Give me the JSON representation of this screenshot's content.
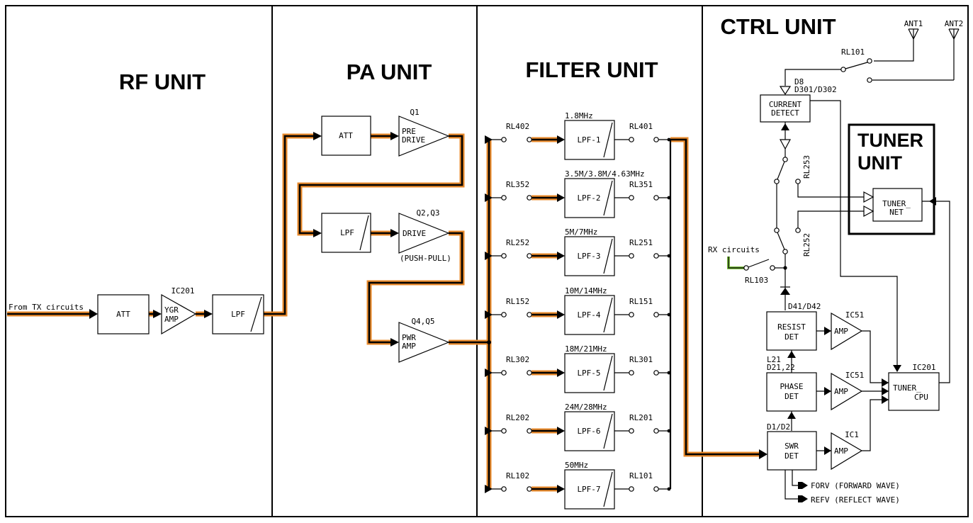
{
  "sections": {
    "rf": "RF UNIT",
    "pa": "PA UNIT",
    "filter": "FILTER UNIT",
    "ctrl": "CTRL UNIT",
    "tuner_line1": "TUNER",
    "tuner_line2": "UNIT"
  },
  "rf_unit": {
    "input_label": "From TX circuits",
    "att": "ATT",
    "amp_ref": "IC201",
    "amp_l1": "YGR",
    "amp_l2": "AMP",
    "lpf": "LPF"
  },
  "pa_unit": {
    "att": "ATT",
    "q1_ref": "Q1",
    "q1_l1": "PRE",
    "q1_l2": "DRIVE",
    "lpf": "LPF",
    "q2_ref": "Q2,Q3",
    "q2_label": "DRIVE",
    "q2_note": "(PUSH-PULL)",
    "q4_ref": "Q4,Q5",
    "q4_l1": "PWR",
    "q4_l2": "AMP"
  },
  "filter_unit": {
    "filters": [
      {
        "freq": "1.8MHz",
        "name": "LPF-1",
        "in_relay": "RL402",
        "out_relay": "RL401"
      },
      {
        "freq": "3.5M/3.8M/4.63MHz",
        "name": "LPF-2",
        "in_relay": "RL352",
        "out_relay": "RL351"
      },
      {
        "freq": "5M/7MHz",
        "name": "LPF-3",
        "in_relay": "RL252",
        "out_relay": "RL251"
      },
      {
        "freq": "10M/14MHz",
        "name": "LPF-4",
        "in_relay": "RL152",
        "out_relay": "RL151"
      },
      {
        "freq": "18M/21MHz",
        "name": "LPF-5",
        "in_relay": "RL302",
        "out_relay": "RL301"
      },
      {
        "freq": "24M/28MHz",
        "name": "LPF-6",
        "in_relay": "RL202",
        "out_relay": "RL201"
      },
      {
        "freq": "50MHz",
        "name": "LPF-7",
        "in_relay": "RL102",
        "out_relay": "RL101"
      }
    ]
  },
  "ctrl_unit": {
    "ant1": "ANT1",
    "ant2": "ANT2",
    "rl101": "RL101",
    "d8": "D8",
    "d301": "D301/D302",
    "current_l1": "CURRENT",
    "current_l2": "DETECT",
    "rl253": "RL253",
    "rl252": "RL252",
    "tuner_l1": "TUNER_",
    "tuner_l2": "NET",
    "rx_label": "RX circuits",
    "rl103": "RL103",
    "d41": "D41/D42",
    "resist_l1": "RESIST",
    "resist_l2": "DET",
    "ic51a": "IC51",
    "amp_a": "AMP",
    "l21": "L21",
    "d21": "D21,22",
    "phase_l1": "PHASE",
    "phase_l2": "DET",
    "ic51b": "IC51",
    "amp_b": "AMP",
    "ic201": "IC201",
    "cpu_l1": "TUNER_",
    "cpu_l2": "CPU",
    "d1": "D1/D2",
    "swr_l1": "SWR",
    "swr_l2": "DET",
    "ic1": "IC1",
    "amp_c": "AMP",
    "forv": "FORV (FORWARD WAVE)",
    "refv": "REFV (REFLECT WAVE)"
  }
}
